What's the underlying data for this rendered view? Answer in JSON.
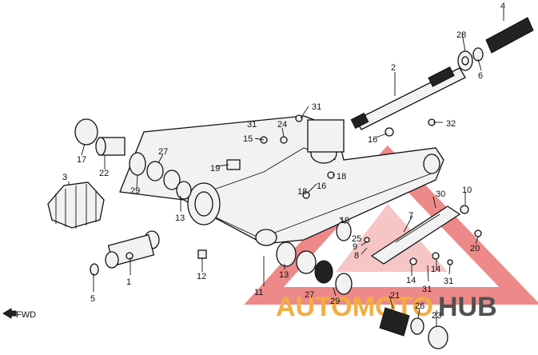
{
  "diagram": {
    "part_labels": [
      "1",
      "2",
      "3",
      "4",
      "5",
      "6",
      "7",
      "8",
      "9",
      "10",
      "11",
      "12",
      "13",
      "13",
      "14",
      "14",
      "15",
      "16",
      "16",
      "17",
      "18",
      "18",
      "19",
      "19",
      "20",
      "21",
      "22",
      "23",
      "24",
      "25",
      "26",
      "27",
      "27",
      "28",
      "29",
      "29",
      "30",
      "31",
      "31",
      "31",
      "31",
      "32"
    ],
    "direction_label": "FWD",
    "watermark": {
      "part1": "AUTOMOTO",
      "part2": "HUB",
      "colors": {
        "triangle": "#e23b3b",
        "text1": "#f0a020",
        "text2": "#333333"
      }
    }
  }
}
